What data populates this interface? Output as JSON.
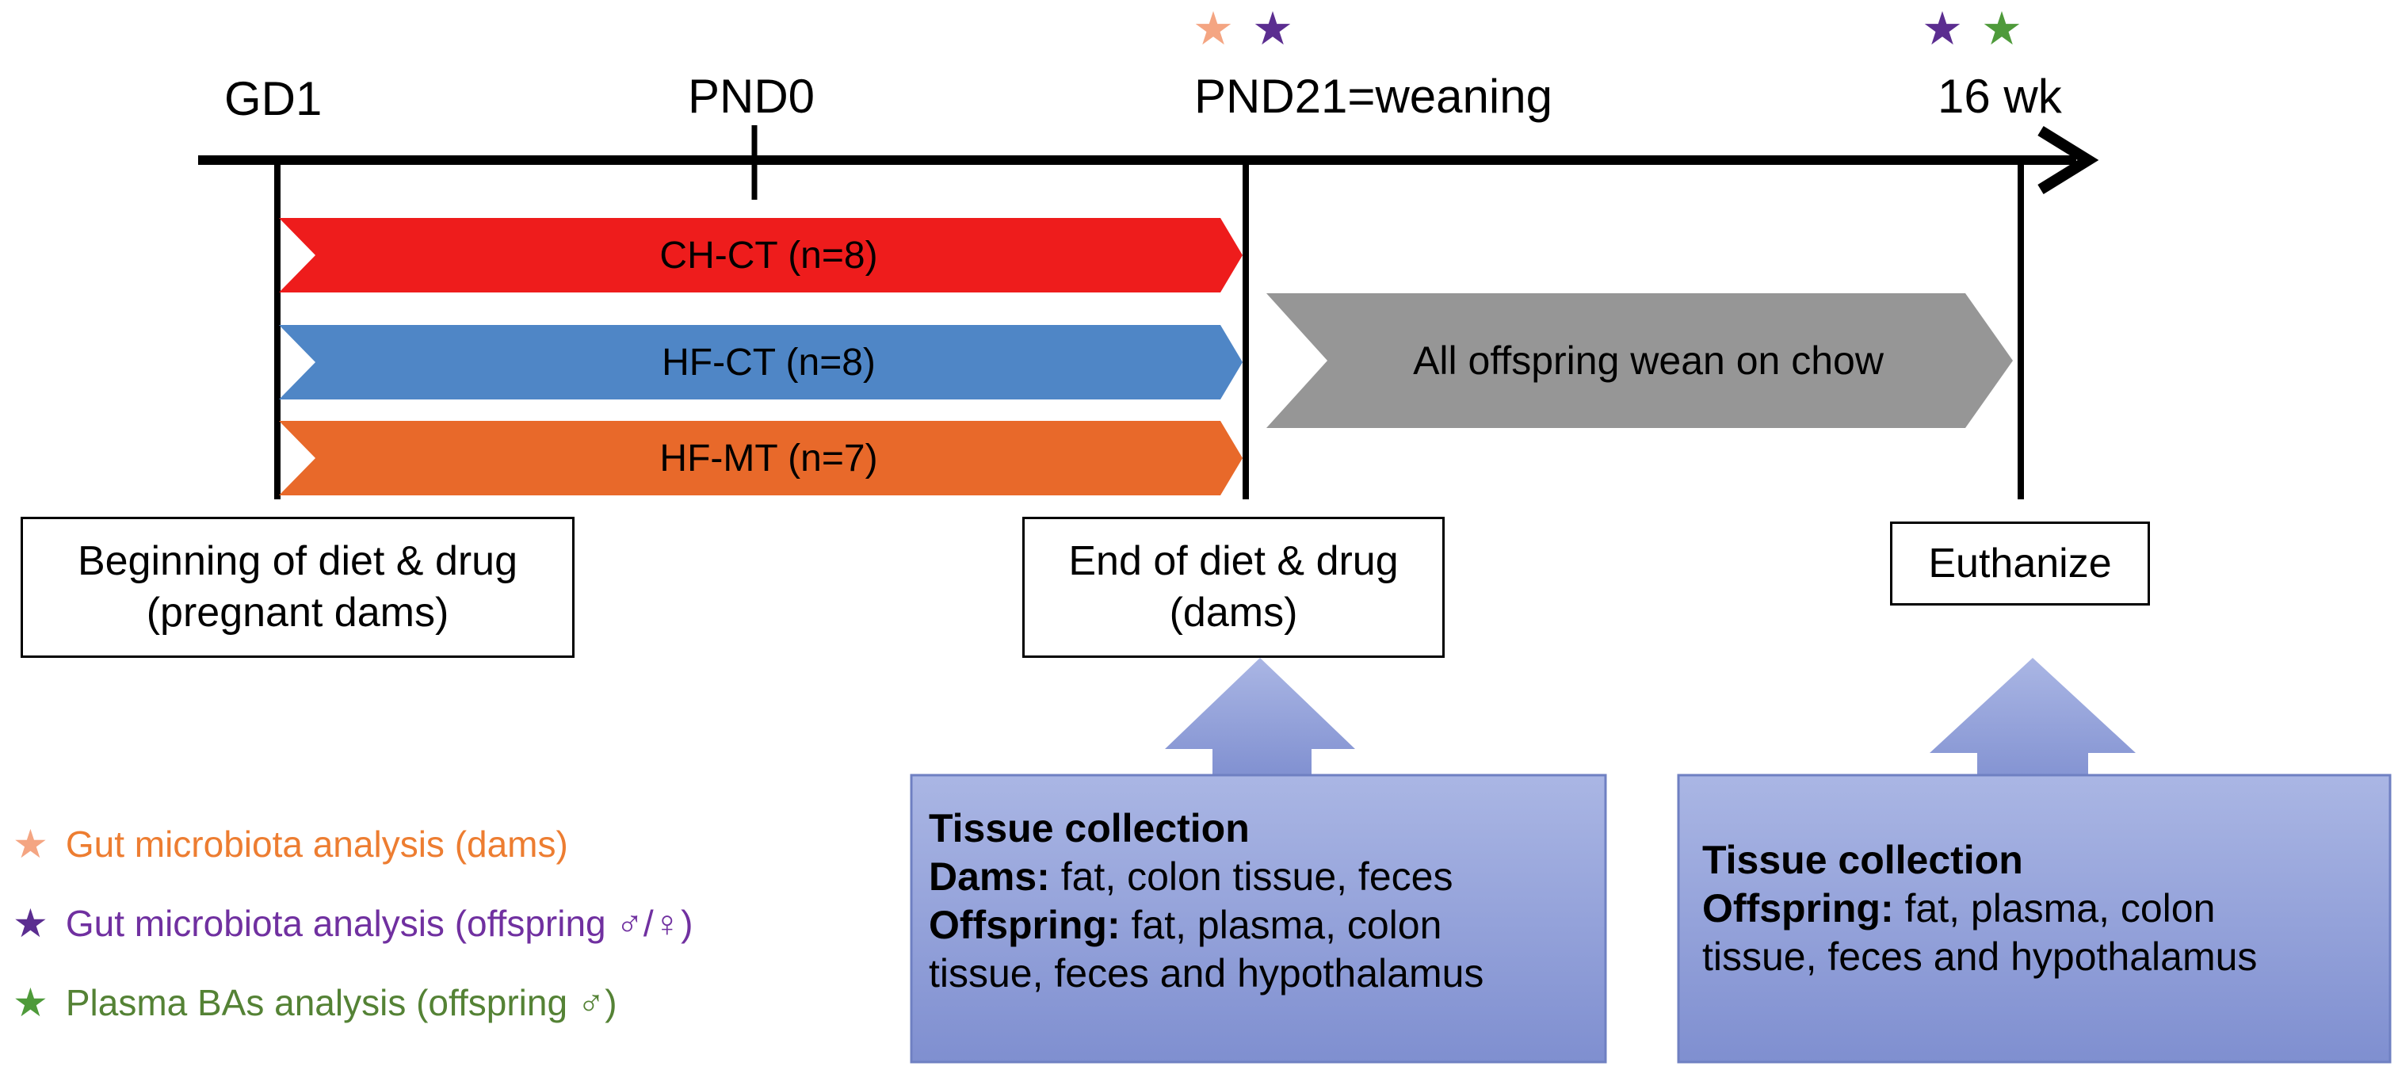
{
  "timeline": {
    "gd1": "GD1",
    "pnd0": "PND0",
    "pnd21": "PND21=weaning",
    "wk16": "16 wk"
  },
  "phases": {
    "ch_ct": "CH-CT (n=8)",
    "hf_ct": "HF-CT (n=8)",
    "hf_mt": "HF-MT (n=7)",
    "wean": "All offspring wean on chow"
  },
  "boxes": {
    "begin_line1": "Beginning of diet & drug",
    "begin_line2": "(pregnant dams)",
    "end_line1": "End of diet & drug",
    "end_line2": "(dams)",
    "euthanize": "Euthanize"
  },
  "collection_weaning": {
    "title": "Tissue collection",
    "dams_label": "Dams:",
    "dams_text": " fat, colon tissue, feces",
    "offspring_label": "Offspring:",
    "offspring_text_1": " fat, plasma, colon",
    "offspring_text_2": "tissue, feces and hypothalamus"
  },
  "collection_16wk": {
    "title": "Tissue collection",
    "offspring_label": "Offspring:",
    "offspring_text_1": " fat, plasma, colon",
    "offspring_text_2": "tissue, feces and hypothalamus"
  },
  "legend": [
    {
      "text": "Gut microbiota analysis (dams)",
      "color": "#ed7d31",
      "star_color": "#f4a582"
    },
    {
      "text": "Gut microbiota analysis (offspring ♂/♀)",
      "color": "#7030a0",
      "star_color": "#5b2d90"
    },
    {
      "text": "Plasma BAs analysis (offspring ♂)",
      "color": "#548235",
      "star_color": "#4e9a3a"
    }
  ],
  "colors": {
    "ch_ct": "#ee1c1c",
    "hf_ct": "#4f86c6",
    "hf_mt": "#e8692a",
    "wean": "#969696",
    "collection_fill": "#8e9ed6"
  }
}
